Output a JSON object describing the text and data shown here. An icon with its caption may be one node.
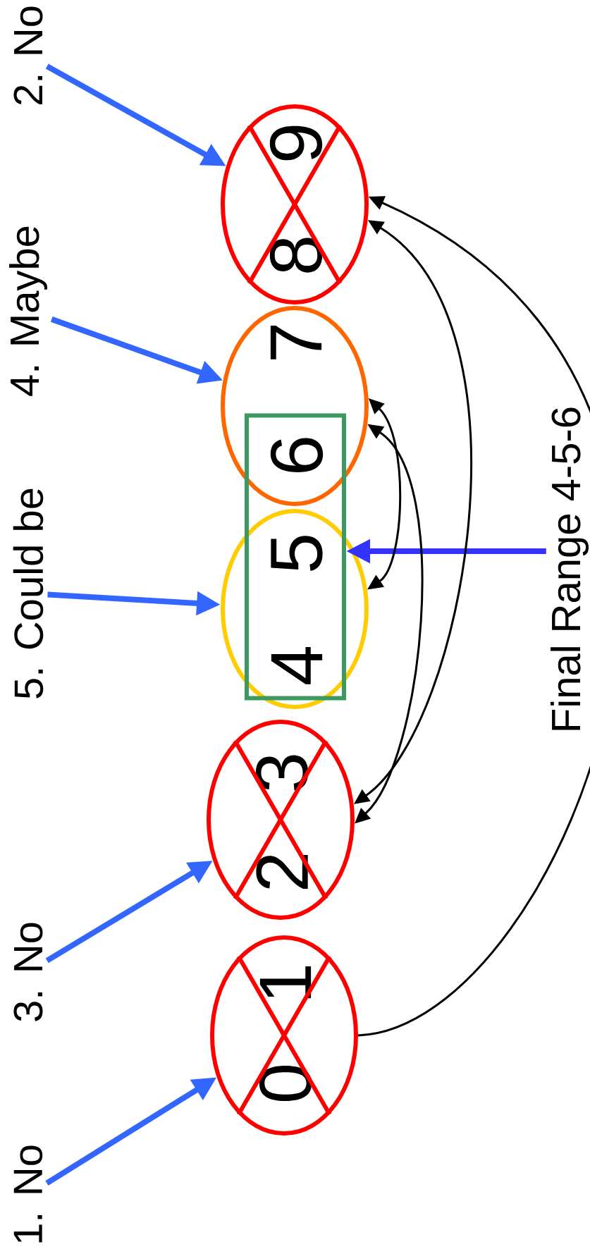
{
  "diagram": {
    "nodes": [
      {
        "text": [
          "2. No"
        ]
      },
      {
        "text": [
          "8",
          "9"
        ]
      },
      {
        "text": [
          "4. Maybe"
        ]
      },
      {
        "text": [
          "7"
        ]
      },
      {
        "text": [
          "6",
          "5",
          "4"
        ]
      },
      {
        "text": [
          "5. Could be"
        ]
      },
      {
        "text": [],
        "shape": "circle"
      },
      {
        "text": [
          "Final Range 4-5-6"
        ]
      },
      {
        "text": [
          "3. No"
        ]
      },
      {
        "text": [
          "2",
          "3"
        ]
      },
      {
        "text": [
          "1. No"
        ]
      },
      {
        "text": [
          "0",
          "1"
        ]
      }
    ],
    "edges": [
      {
        "from": 0,
        "to": 1,
        "arrow": "to"
      },
      {
        "from": 2,
        "to": 3,
        "arrow": "to"
      },
      {
        "from": 5,
        "to": 6,
        "arrow": "to"
      },
      {
        "from": 8,
        "to": 9,
        "arrow": "to"
      },
      {
        "from": 10,
        "to": 11,
        "arrow": "to"
      },
      {
        "from": 7,
        "to": 4,
        "arrow": "to",
        "color": "#3333ff"
      },
      {
        "from": 11,
        "to": 1,
        "arrow": "to",
        "color": "#000000"
      },
      {
        "from": 9,
        "to": 1,
        "arrow": "both",
        "color": "#000000"
      },
      {
        "from": 9,
        "to": 3,
        "arrow": "both",
        "color": "#000000"
      },
      {
        "from": 6,
        "to": 3,
        "arrow": "both",
        "color": "#000000"
      }
    ]
  }
}
